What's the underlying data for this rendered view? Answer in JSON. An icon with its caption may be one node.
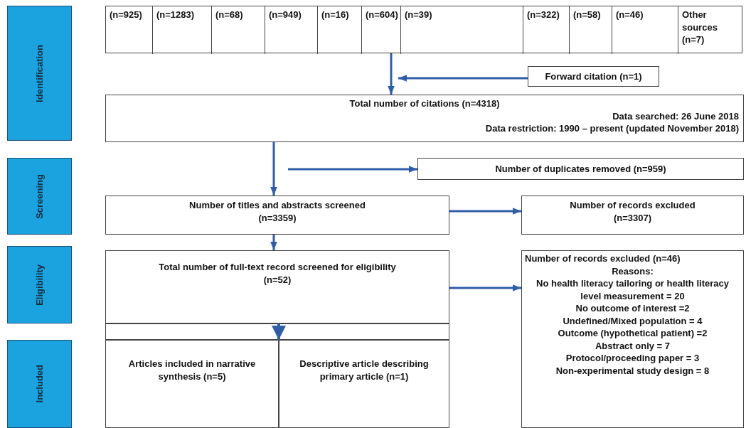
{
  "diagram": {
    "nodes": [
      {
        "text": [
          "Identification"
        ]
      },
      {
        "text": [
          "Screening"
        ]
      },
      {
        "text": [
          "Eligibility"
        ]
      },
      {
        "text": [
          "Included"
        ]
      },
      {
        "text": [],
        "shape": "box"
      },
      {
        "text": [
          "(n=925)"
        ],
        "in": 4
      },
      {
        "text": [
          "(n=1283)"
        ],
        "in": 4
      },
      {
        "text": [
          "(n=68)"
        ],
        "in": 4
      },
      {
        "text": [
          "(n=949)"
        ],
        "in": 4
      },
      {
        "text": [
          "(n=16)"
        ],
        "in": 4
      },
      {
        "text": [
          "(n=604)"
        ],
        "in": 4
      },
      {
        "text": [
          "(n=39)"
        ],
        "in": 4
      },
      {
        "text": [
          "(n=322)"
        ],
        "in": 4
      },
      {
        "text": [
          "(n=58)"
        ],
        "in": 4
      },
      {
        "text": [
          "(n=46)"
        ],
        "in": 4
      },
      {
        "text": [
          "Other sources (n=7)"
        ],
        "in": 4
      },
      {
        "text": [
          "Forward citation (n=1)"
        ]
      },
      {
        "text": [
          "Total number of citations (n=4318)",
          "Data searched: 26 June 2018",
          "Data restriction: 1990 – present (updated November 2018)"
        ]
      },
      {
        "text": [
          "Number of duplicates removed (n=959)"
        ]
      },
      {
        "text": [
          "Number of titles and abstracts screened (n=3359)"
        ]
      },
      {
        "text": [
          "Number of records excluded (n=3307)"
        ]
      },
      {
        "text": [
          "Total number of full-text record screened for eligibility (n=52)"
        ]
      },
      {
        "text": [
          "Number of records excluded (n=46)",
          "Reasons:",
          "No health literacy tailoring or health literacy level measurement = 20",
          "No outcome of interest =2",
          "Undefined/Mixed population = 4",
          "Outcome (hypothetical patient) =2",
          "Abstract only = 7",
          "Protocol/proceeding paper = 3",
          "Non-experimental study design = 8"
        ]
      },
      {
        "text": [
          "Articles included in narrative synthesis (n=5)"
        ]
      },
      {
        "text": [
          "Descriptive article describing primary article (n=1)"
        ]
      }
    ],
    "edges": [
      {
        "from": 4,
        "to": 17,
        "arrow": "to"
      },
      {
        "from": 16,
        "to": 17,
        "arrow": "to"
      },
      {
        "from": 17,
        "to": 19,
        "arrow": "to"
      },
      {
        "from": null,
        "to": 18,
        "arrow": "to"
      },
      {
        "from": 19,
        "to": 20,
        "arrow": "to"
      },
      {
        "from": 19,
        "to": 21,
        "arrow": "to"
      },
      {
        "from": 21,
        "to": 22,
        "arrow": "to"
      },
      {
        "from": 21,
        "to": 23,
        "arrow": "to"
      },
      {
        "from": 21,
        "to": 24,
        "arrow": "to"
      }
    ]
  }
}
